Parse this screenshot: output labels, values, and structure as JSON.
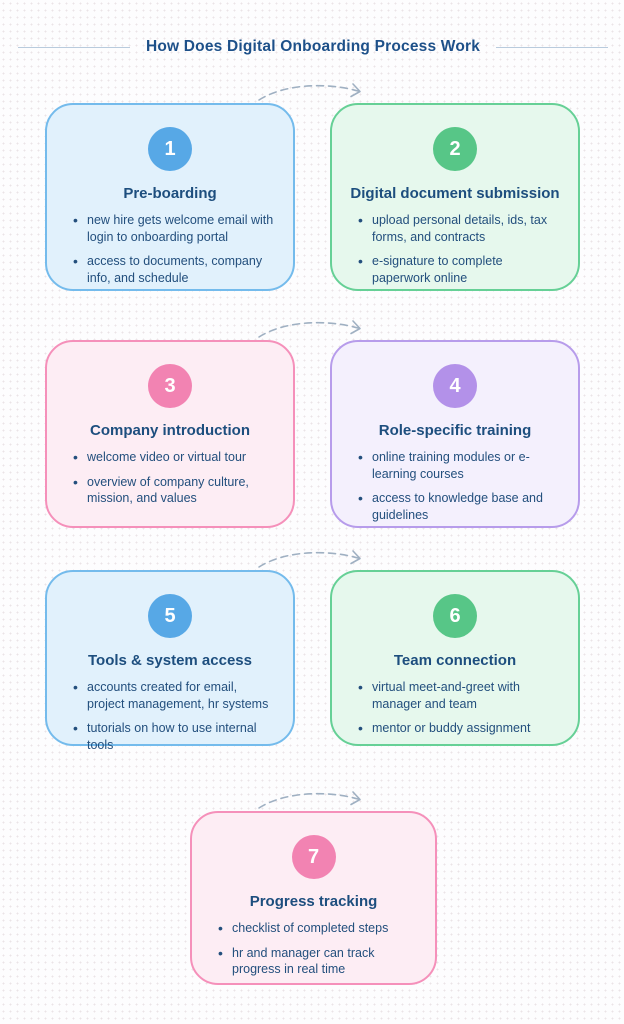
{
  "header": {
    "title": "How Does Digital Onboarding Process Work",
    "title_color": "#1d5089"
  },
  "arrows": {
    "color": "#9fb0c2",
    "style": "dashed-curved-right"
  },
  "cards": [
    {
      "number": "1",
      "title": "Pre-boarding",
      "bullets": [
        "new hire gets welcome email with login to onboarding portal",
        "access to documents, company info, and schedule"
      ],
      "colors": {
        "bg": "#e1f1fc",
        "border": "#74bbec",
        "accent": "#57a8e6"
      }
    },
    {
      "number": "2",
      "title": "Digital document submission",
      "bullets": [
        "upload personal details, ids, tax forms, and contracts",
        "e-signature to complete paperwork online"
      ],
      "colors": {
        "bg": "#e6f8ed",
        "border": "#66d096",
        "accent": "#57c687"
      }
    },
    {
      "number": "3",
      "title": "Company introduction",
      "bullets": [
        "welcome video or virtual tour",
        "overview of company culture, mission, and values"
      ],
      "colors": {
        "bg": "#fdedf4",
        "border": "#f590ba",
        "accent": "#f283b2"
      }
    },
    {
      "number": "4",
      "title": "Role-specific training",
      "bullets": [
        "online training modules or e-learning courses",
        "access to knowledge base and guidelines"
      ],
      "colors": {
        "bg": "#f4f0fd",
        "border": "#b79ceb",
        "accent": "#b391e9"
      }
    },
    {
      "number": "5",
      "title": "Tools & system access",
      "bullets": [
        "accounts created for email, project management, hr systems",
        "tutorials on how to use internal tools"
      ],
      "colors": {
        "bg": "#e1f1fc",
        "border": "#74bbec",
        "accent": "#57a8e6"
      }
    },
    {
      "number": "6",
      "title": "Team connection",
      "bullets": [
        "virtual meet-and-greet with manager and team",
        "mentor or buddy assignment"
      ],
      "colors": {
        "bg": "#e6f8ed",
        "border": "#66d096",
        "accent": "#57c687"
      }
    },
    {
      "number": "7",
      "title": "Progress tracking",
      "bullets": [
        "checklist of completed steps",
        "hr and manager can track progress in real time"
      ],
      "colors": {
        "bg": "#fdedf4",
        "border": "#f590ba",
        "accent": "#f283b2"
      }
    }
  ]
}
